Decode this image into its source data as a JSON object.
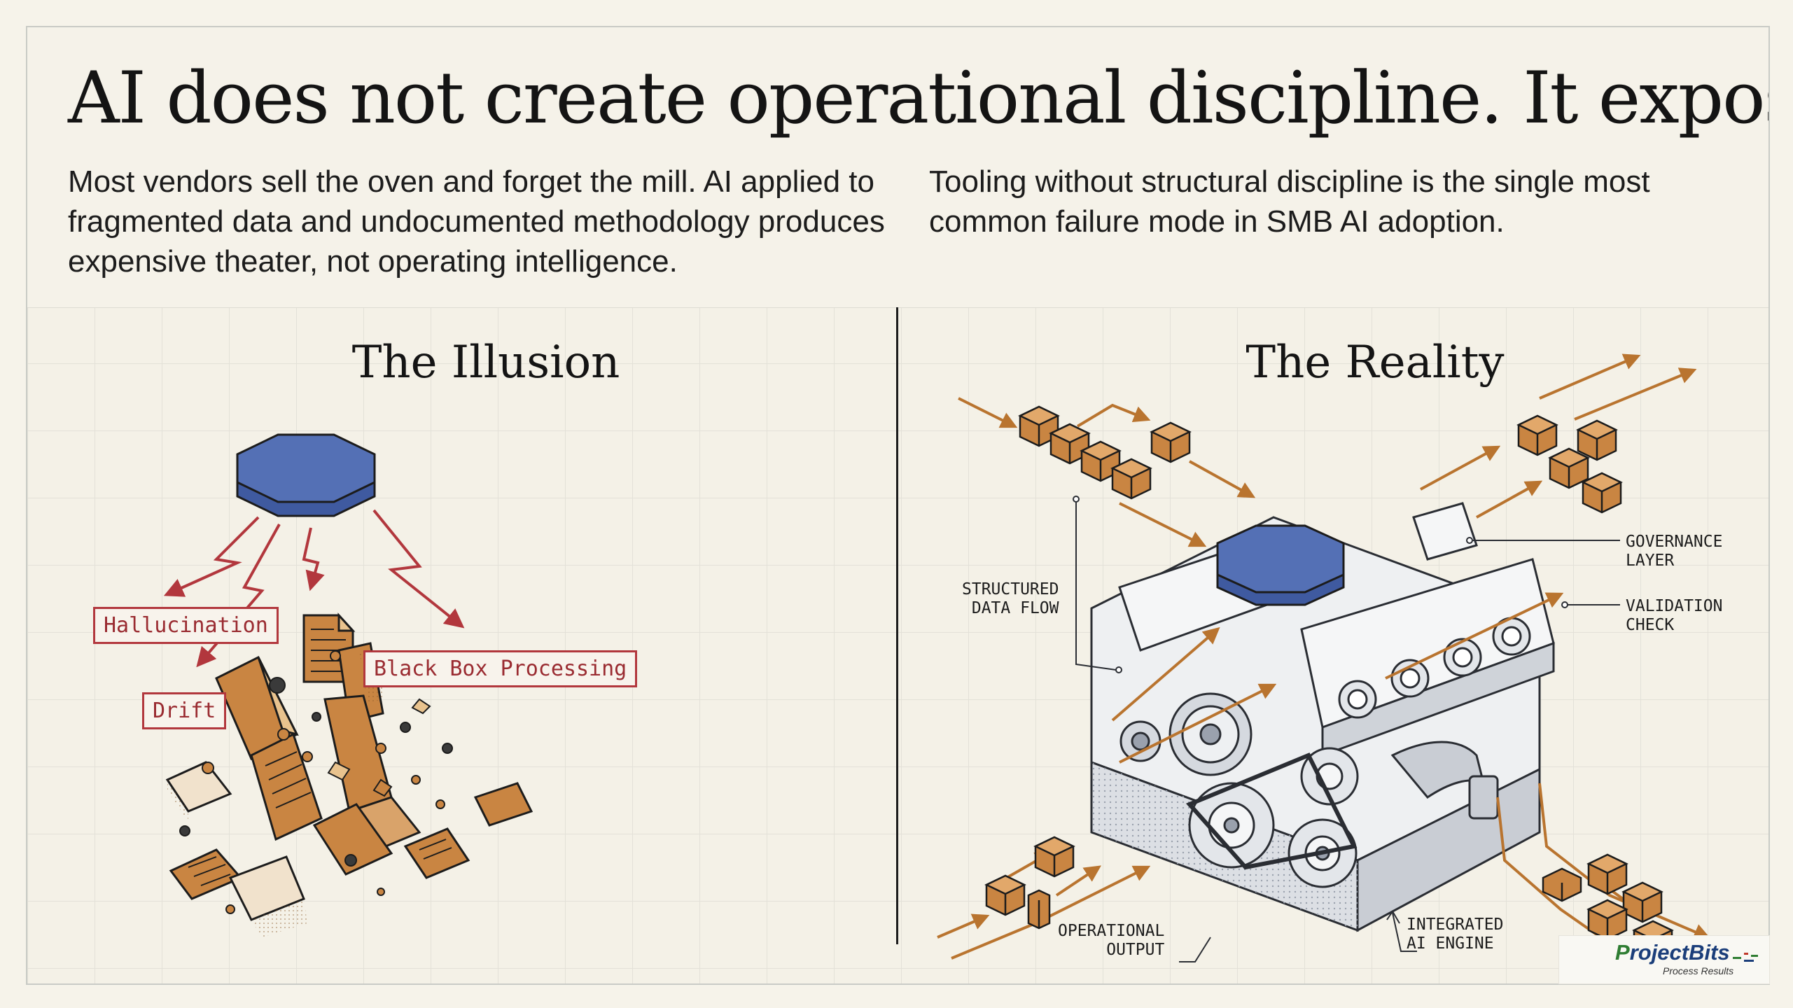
{
  "title": "AI does not create operational discipline. It exposes it.",
  "intro_left": "Most vendors sell the oven and forget the mill. AI applied to fragmented data and undocumented methodology produces expensive theater, not operating intelligence.",
  "intro_right": "Tooling without structural discipline is the single most common failure mode in SMB AI adoption.",
  "illusion": {
    "heading": "The Illusion",
    "labels": {
      "hallucination": "Hallucination",
      "drift": "Drift",
      "black_box": "Black Box Processing"
    }
  },
  "reality": {
    "heading": "The Reality",
    "callouts": {
      "structured_data_flow": "STRUCTURED\nDATA FLOW",
      "governance_layer": "GOVERNANCE\nLAYER",
      "validation_check": "VALIDATION\nCHECK",
      "operational_output": "OPERATIONAL\nOUTPUT",
      "integrated_ai_engine": "INTEGRATED\nAI ENGINE"
    }
  },
  "brand": {
    "name_first": "P",
    "name_rest": "rojectBits",
    "tagline": "Process Results"
  },
  "colors": {
    "octagon_blue": "#5470b5",
    "paper_orange": "#c98542",
    "warning_red": "#b2373d",
    "flow_orange": "#b9742f"
  }
}
